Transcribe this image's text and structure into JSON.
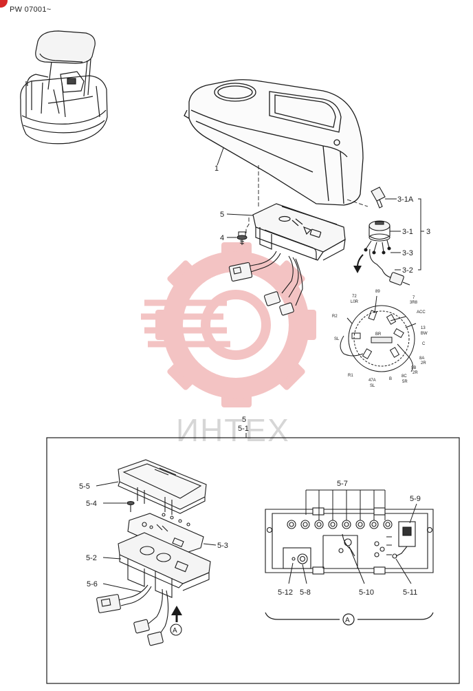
{
  "header": {
    "serial_range": "PW 07001~"
  },
  "colors": {
    "line": "#1a1a1a",
    "watermark_gear": "#f2b9b9",
    "watermark_text": "#d6d6d6",
    "badge": "#d62828"
  },
  "watermark": {
    "text": "ИНТЕХ"
  },
  "main_labels": {
    "cover": "1",
    "key": "3-1A",
    "switch": "3-1",
    "switch_group": "3",
    "harness": "3-3",
    "connector": "3-2",
    "panel": "5",
    "screw": "4"
  },
  "switch_terminals": {
    "t72": "72",
    "t72b": "L0R",
    "t89": "89",
    "t7": "7",
    "t7b": "3R8",
    "acc": "ACC",
    "t13": "13",
    "bw": "BW",
    "c": "C",
    "br": "BR",
    "t8a": "8A",
    "t8a2": "2R",
    "t9b": "9B",
    "t9b2": "2R",
    "t8c": "8C",
    "t8c2": "5R",
    "r2": "R2",
    "sl": "SL",
    "r1": "R1",
    "t47a": "47A",
    "t47b": "SL",
    "b": "B"
  },
  "detail": {
    "title": "5",
    "subtitle": "5-1",
    "labels": {
      "lens": "5-5",
      "screw": "5-4",
      "plate": "5-3",
      "case": "5-2",
      "harness": "5-6",
      "leds": "5-7",
      "relay": "5-9",
      "p512": "5-12",
      "p58": "5-8",
      "p510": "5-10",
      "p511": "5-11"
    },
    "view_marker": "A"
  }
}
